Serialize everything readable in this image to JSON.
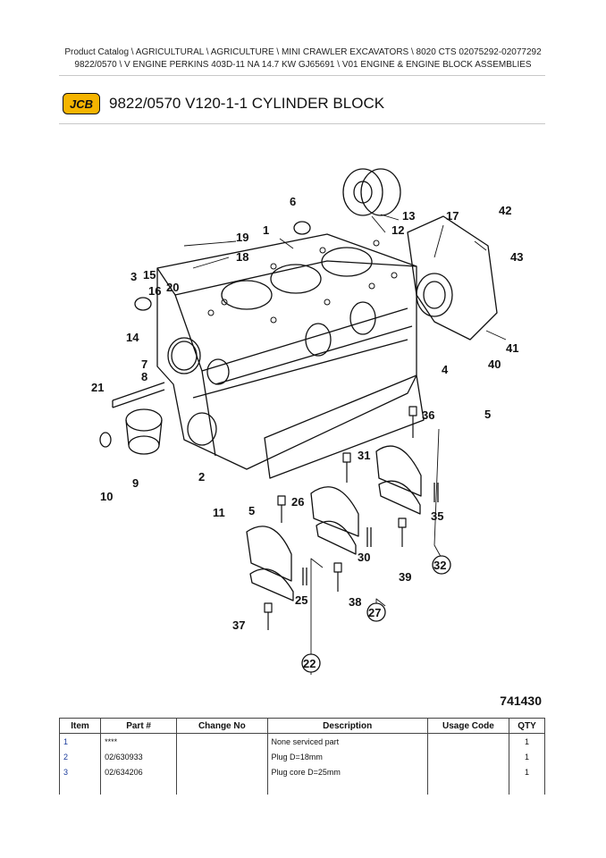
{
  "breadcrumb": {
    "line1": "Product Catalog \\  AGRICULTURAL \\  AGRICULTURE \\  MINI CRAWLER EXCAVATORS \\  8020  CTS 02075292-02077292",
    "line2": "9822/0570 \\ V ENGINE PERKINS 403D-11 NA 14.7 KW GJ65691 \\  V01 ENGINE & ENGINE BLOCK ASSEMBLIES"
  },
  "logo": {
    "text": "JCB",
    "color": "#f5b400"
  },
  "page_title": "9822/0570 V120-1-1 CYLINDER BLOCK",
  "diagram": {
    "illustration_number": "741430",
    "callouts": [
      "1",
      "2",
      "3",
      "4",
      "5",
      "5",
      "6",
      "7",
      "8",
      "9",
      "10",
      "11",
      "12",
      "13",
      "14",
      "15",
      "16",
      "17",
      "18",
      "19",
      "20",
      "21",
      "22",
      "25",
      "26",
      "27",
      "30",
      "31",
      "32",
      "35",
      "36",
      "37",
      "38",
      "39",
      "40",
      "41",
      "42",
      "43"
    ]
  },
  "parts_table": {
    "headers": [
      "Item",
      "Part #",
      "Change No",
      "Description",
      "Usage Code",
      "QTY"
    ],
    "rows": [
      {
        "item": "1",
        "part": "****",
        "change": "",
        "description": "None serviced part",
        "usage": "",
        "qty": "1"
      },
      {
        "item": "2",
        "part": "02/630933",
        "change": "",
        "description": "Plug D=18mm",
        "usage": "",
        "qty": "1"
      },
      {
        "item": "3",
        "part": "02/634206",
        "change": "",
        "description": "Plug core D=25mm",
        "usage": "",
        "qty": "1"
      }
    ]
  }
}
